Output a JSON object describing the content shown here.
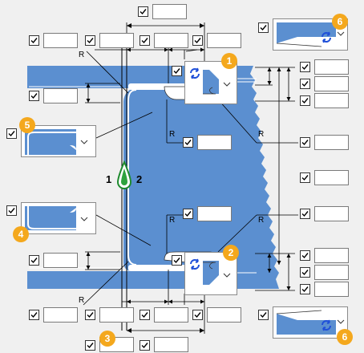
{
  "labels": {
    "radius": "R",
    "side_left": "1",
    "side_right": "2"
  },
  "badges": {
    "b1": "1",
    "b2": "2",
    "b3": "3",
    "b4": "4",
    "b5": "5",
    "b6_top": "6",
    "b6_bottom": "6"
  },
  "fields": {
    "top_row1_center": "",
    "top_row2_a": "",
    "top_row2_b": "",
    "top_row2_c": "",
    "top_row2_d": "",
    "right_1": "",
    "right_2": "",
    "right_3": "",
    "right_r_top": "",
    "right_mid": "",
    "right_r_bottom": "",
    "right_4": "",
    "right_5": "",
    "right_6": "",
    "left_top": "",
    "left_bottom": "",
    "center_r_top": "",
    "center_r_bottom": "",
    "bottom_row1_a": "",
    "bottom_row1_b": "",
    "bottom_row1_c": "",
    "bottom_row1_d": "",
    "bottom_row2_a": "",
    "bottom_row2_b": ""
  },
  "icons": {
    "flow_marker": "water-drop-icon",
    "sync": "sync-arrows-icon",
    "chevron": "chevron-down-icon",
    "checkbox_checked": "checkmark-icon"
  },
  "colors": {
    "steel_blue": "#5b8fd0",
    "badge_orange": "#f4a81d",
    "marker_green": "#1e8a2e",
    "sync_blue": "#1f4fd8"
  }
}
